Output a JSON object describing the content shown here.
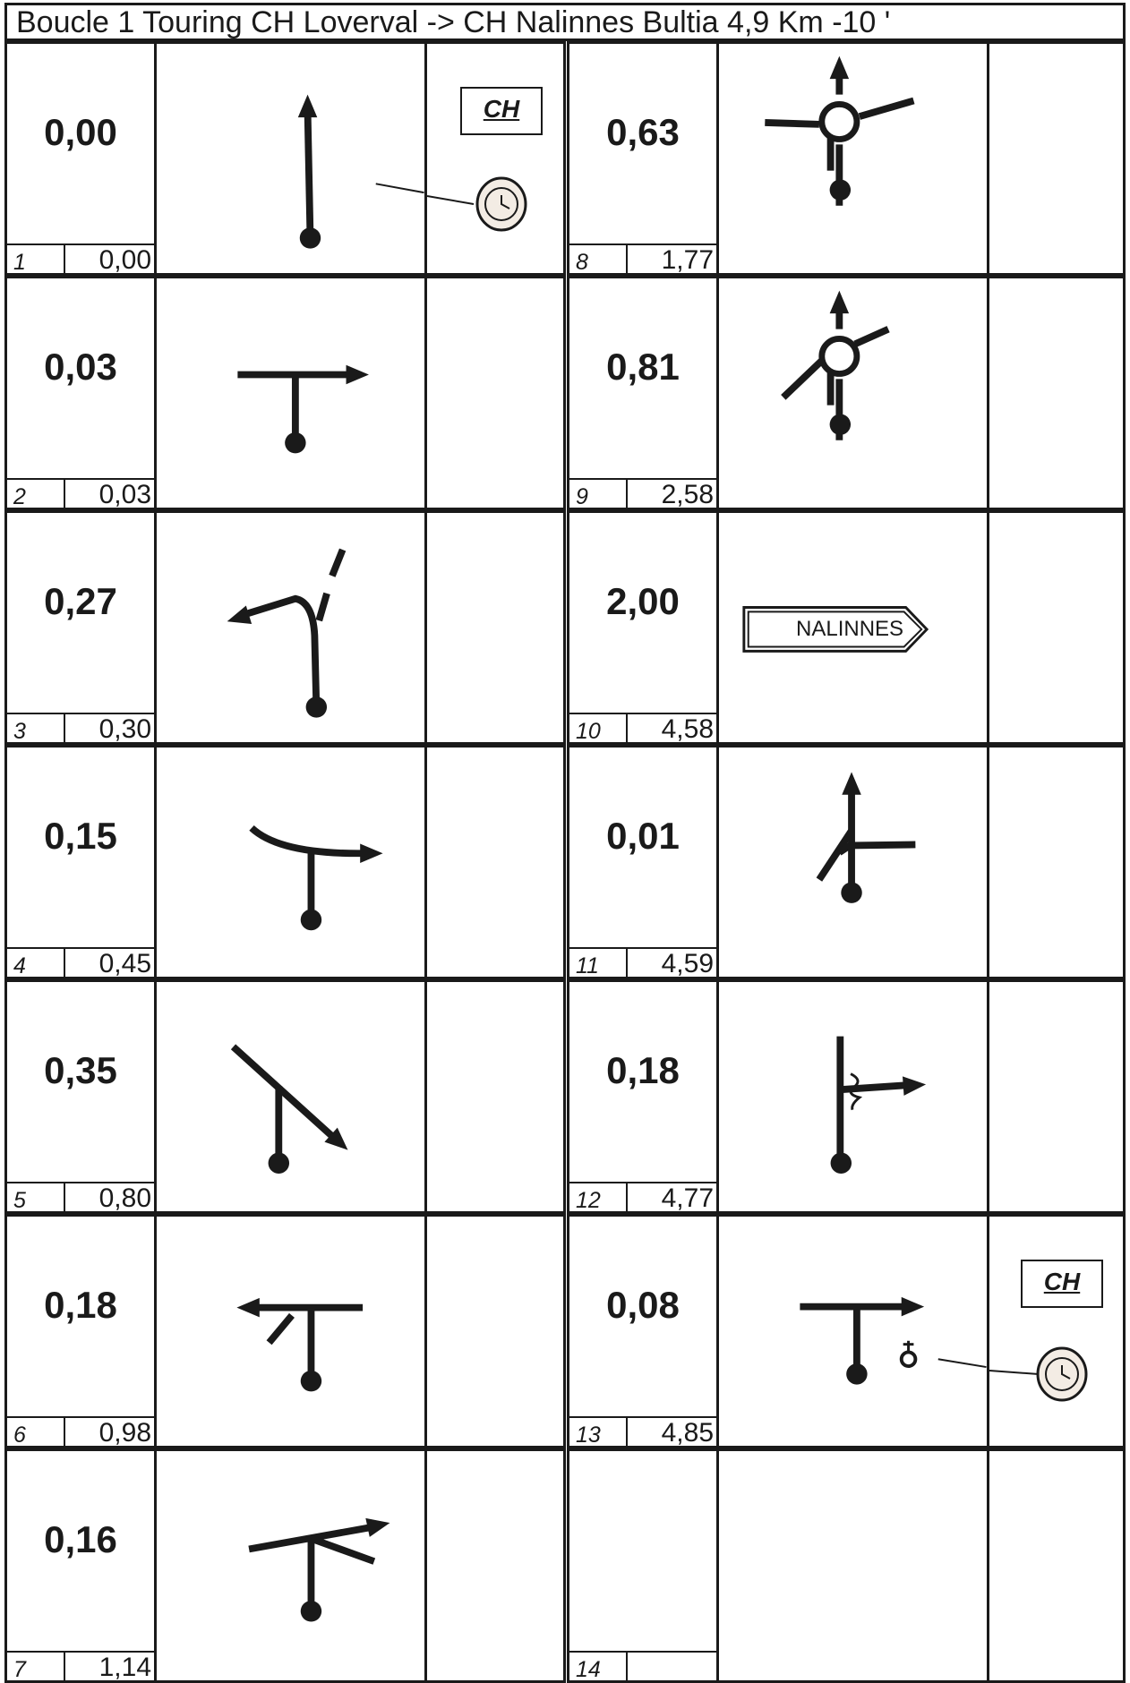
{
  "title": "Boucle 1 Touring CH Loverval -> CH Nalinnes Bultia 4,9 Km -10 '",
  "left_steps": [
    {
      "index": "1",
      "distance": "0,00",
      "cumulative": "0,00",
      "icon": "straight-arrow-icon",
      "note": "CH"
    },
    {
      "index": "2",
      "distance": "0,03",
      "cumulative": "0,03",
      "icon": "t-junction-right-icon"
    },
    {
      "index": "3",
      "distance": "0,27",
      "cumulative": "0,30",
      "icon": "fork-left-icon"
    },
    {
      "index": "4",
      "distance": "0,15",
      "cumulative": "0,45",
      "icon": "curve-right-icon"
    },
    {
      "index": "5",
      "distance": "0,35",
      "cumulative": "0,80",
      "icon": "diagonal-right-icon"
    },
    {
      "index": "6",
      "distance": "0,18",
      "cumulative": "0,98",
      "icon": "t-junction-left-icon"
    },
    {
      "index": "7",
      "distance": "0,16",
      "cumulative": "1,14",
      "icon": "fork-right-icon"
    }
  ],
  "right_steps": [
    {
      "index": "8",
      "distance": "0,63",
      "cumulative": "1,77",
      "icon": "roundabout-straight-icon"
    },
    {
      "index": "9",
      "distance": "0,81",
      "cumulative": "2,58",
      "icon": "roundabout-straight-icon"
    },
    {
      "index": "10",
      "distance": "2,00",
      "cumulative": "4,58",
      "icon": "road-sign-icon",
      "sign": "NALINNES"
    },
    {
      "index": "11",
      "distance": "0,01",
      "cumulative": "4,59",
      "icon": "crossing-straight-icon"
    },
    {
      "index": "12",
      "distance": "0,18",
      "cumulative": "4,77",
      "icon": "side-turn-right-icon"
    },
    {
      "index": "13",
      "distance": "0,08",
      "cumulative": "4,85",
      "icon": "t-junction-right-cross-icon",
      "note": "CH"
    },
    {
      "index": "14",
      "distance": "",
      "cumulative": "",
      "icon": ""
    }
  ]
}
